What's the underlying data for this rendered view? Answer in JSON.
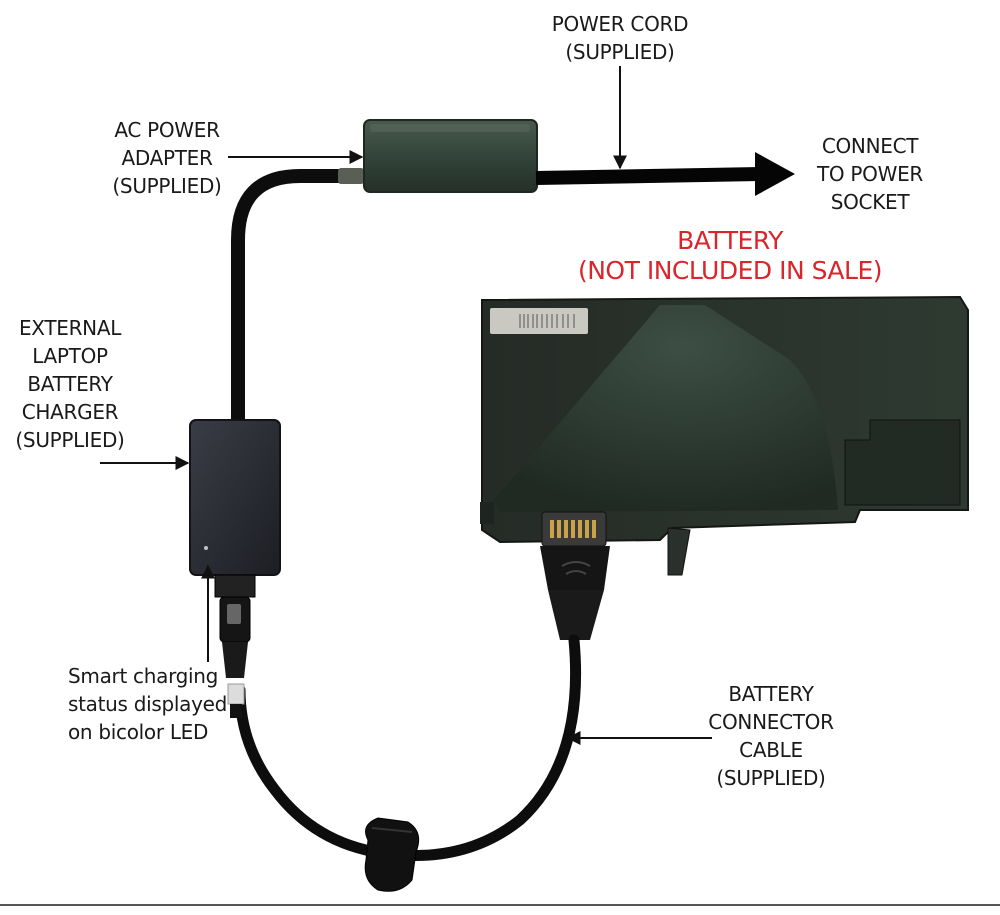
{
  "labels": {
    "power_cord": [
      "POWER CORD",
      "(SUPPLIED)"
    ],
    "ac_adapter": [
      "AC POWER",
      "ADAPTER",
      "(SUPPLIED)"
    ],
    "connect_socket": [
      "CONNECT",
      "TO POWER",
      "SOCKET"
    ],
    "battery": [
      "BATTERY",
      "(NOT INCLUDED IN SALE)"
    ],
    "external_charger": [
      "EXTERNAL",
      "LAPTOP",
      "BATTERY",
      "CHARGER",
      "(SUPPLIED)"
    ],
    "smart_charging": [
      "Smart charging",
      "status displayed",
      "on bicolor LED"
    ],
    "connector_cable": [
      "BATTERY",
      "CONNECTOR",
      "CABLE",
      "(SUPPLIED)"
    ]
  },
  "colors": {
    "text": "#1a1a1a",
    "accent_red": "#d9262b",
    "adapter_green": "#2f3d33",
    "battery_green": "#2b352d",
    "charger_dark": "#25272d",
    "cable": "#0d0d0d"
  }
}
